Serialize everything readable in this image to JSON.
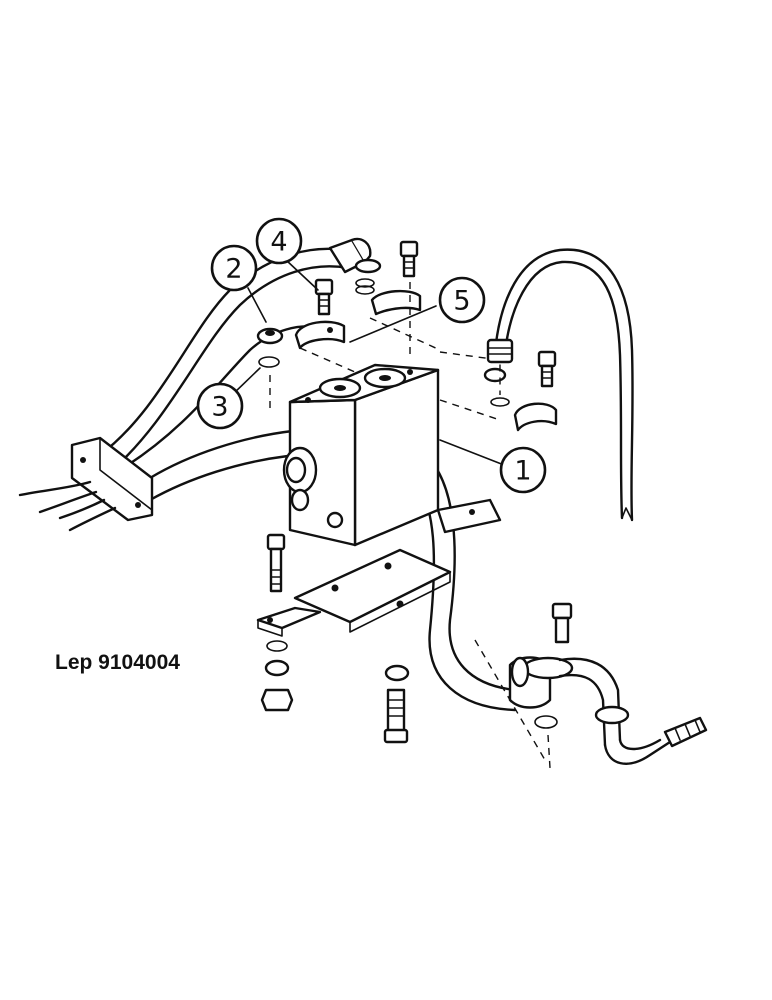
{
  "drawing_ref": "Lep 9104004",
  "callouts": [
    {
      "label": "1"
    },
    {
      "label": "2"
    },
    {
      "label": "3"
    },
    {
      "label": "4"
    },
    {
      "label": "5"
    }
  ]
}
